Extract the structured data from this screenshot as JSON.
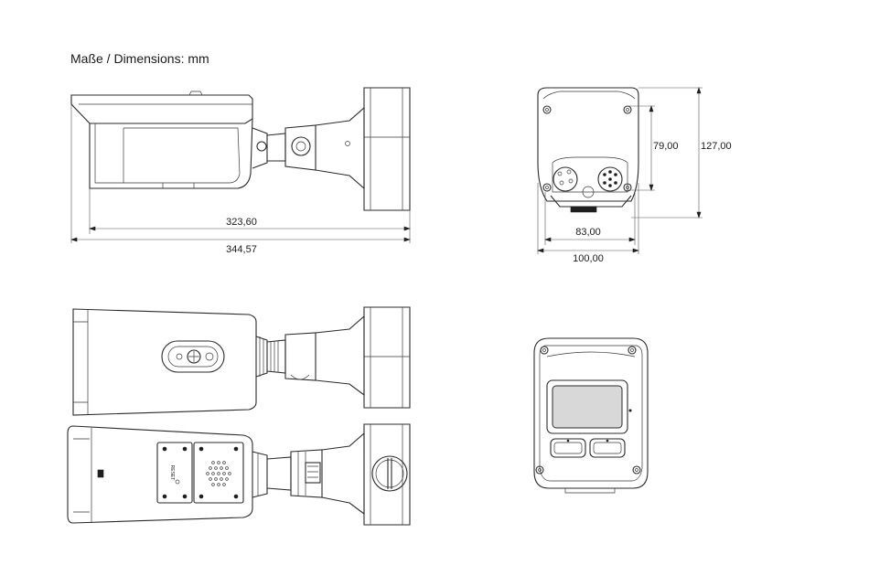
{
  "title": "Maße / Dimensions: mm",
  "dimensions": {
    "side_inner_length": "323,60",
    "side_total_length": "344,57",
    "front_mount_height": "79,00",
    "front_total_height": "127,00",
    "front_mount_width": "83,00",
    "front_total_width": "100,00"
  },
  "labels": {
    "reset": "RESET"
  }
}
